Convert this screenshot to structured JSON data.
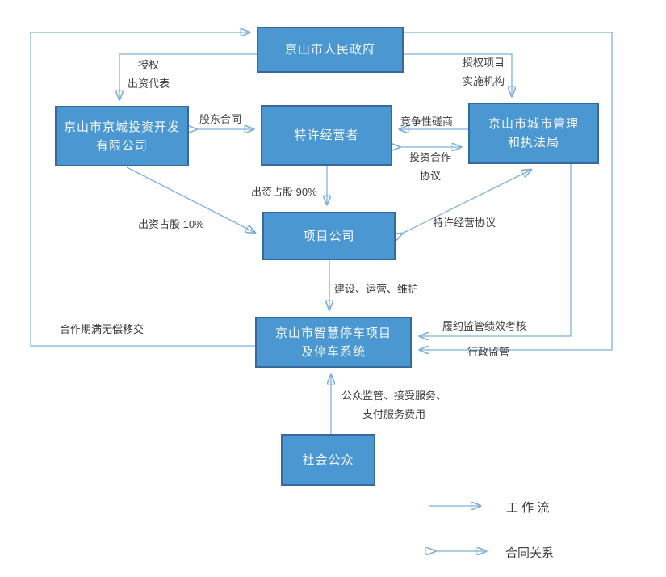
{
  "colors": {
    "box_fill": "#4b97d2",
    "box_border": "#38699b",
    "box_text": "#f4f8fc",
    "line_color": "#7fb0dd",
    "arrow_color": "#3b7fc4",
    "label_text": "#3c3c3c",
    "background": "#ffffff"
  },
  "nodes": {
    "government": {
      "lines": [
        "京山市人民政府"
      ]
    },
    "investment_company": {
      "lines": [
        "京山市京城投资开发",
        "有限公司"
      ]
    },
    "concessionaire": {
      "lines": [
        "特许经营者"
      ]
    },
    "bureau": {
      "lines": [
        "京山市城市管理",
        "和执法局"
      ]
    },
    "project_company": {
      "lines": [
        "项目公司"
      ]
    },
    "parking_system": {
      "lines": [
        "京山市智慧停车项目",
        "及停车系统"
      ]
    },
    "public": {
      "lines": [
        "社会公众"
      ]
    }
  },
  "edge_labels": {
    "handover": {
      "lines": [
        "合作期满无偿移交"
      ]
    },
    "authorize_representative": {
      "lines": [
        "授权",
        "出资代表"
      ]
    },
    "authorize_agency": {
      "lines": [
        "授权项目",
        "实施机构"
      ]
    },
    "shareholder_contract": {
      "lines": [
        "股东合同"
      ]
    },
    "competitive_consultation": {
      "lines": [
        "竞争性磋商"
      ]
    },
    "investment_cooperation": {
      "lines": [
        "投资合作",
        "协议"
      ]
    },
    "equity_90": {
      "lines": [
        "出资占股 90%"
      ]
    },
    "equity_10": {
      "lines": [
        "出资占股 10%"
      ]
    },
    "franchise_agreement": {
      "lines": [
        "特许经营协议"
      ]
    },
    "build_operate_maintain": {
      "lines": [
        "建设、运营、维护"
      ]
    },
    "performance_supervision": {
      "lines": [
        "履约监管绩效考核"
      ]
    },
    "administrative_supervision": {
      "lines": [
        "行政监管"
      ]
    },
    "public_supervision": {
      "lines": [
        "公众监管、接受服务、",
        "支付服务费用"
      ]
    }
  },
  "legend": {
    "workflow": "工 作 流",
    "contract": "合同关系"
  }
}
